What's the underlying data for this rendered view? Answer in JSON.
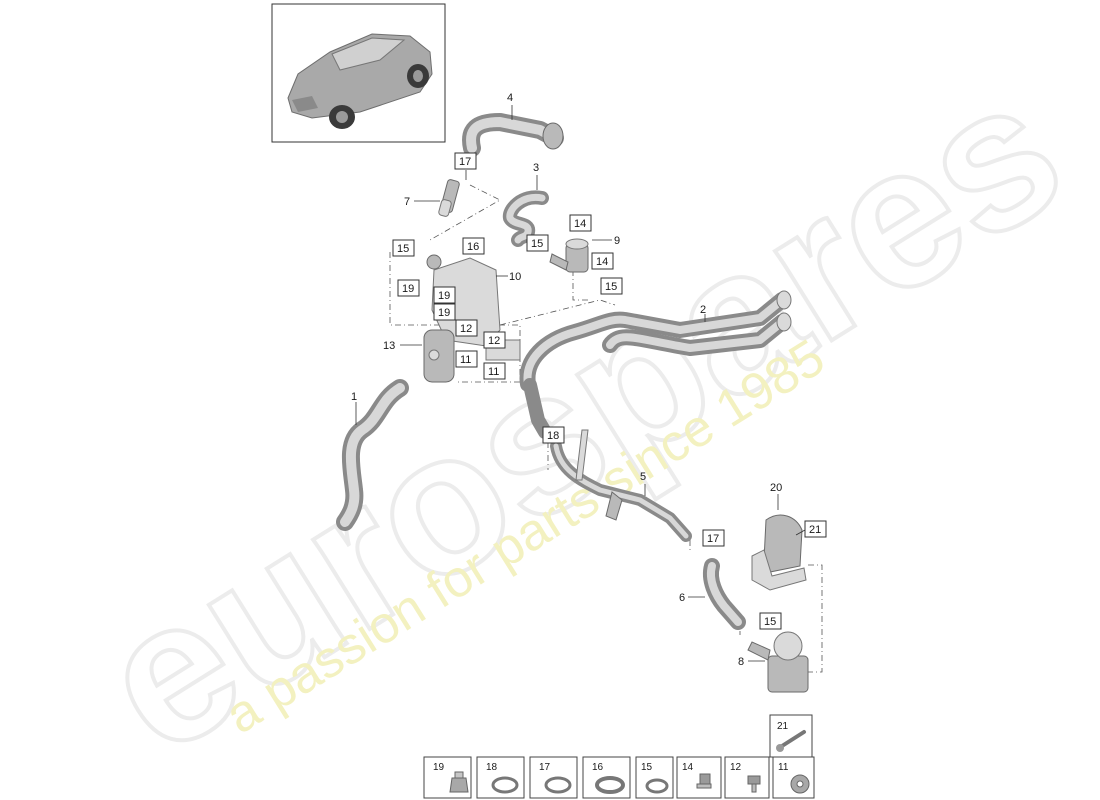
{
  "watermark": {
    "brand": "eurospares",
    "tagline": "a passion for parts since 1985"
  },
  "callouts": {
    "c1": "1",
    "c2": "2",
    "c3": "3",
    "c4": "4",
    "c5": "5",
    "c6": "6",
    "c7": "7",
    "c8": "8",
    "c9": "9",
    "c10": "10",
    "c13": "13",
    "c20": "20"
  },
  "boxed_callouts": {
    "b17a": "17",
    "b15a": "15",
    "b16": "16",
    "b15b": "15",
    "b14a": "14",
    "b14b": "14",
    "b15c": "15",
    "b19a": "19",
    "b19b": "19",
    "b19c": "19",
    "b12a": "12",
    "b12b": "12",
    "b11a": "11",
    "b11b": "11",
    "b18": "18",
    "b17b": "17",
    "b15d": "15",
    "b21": "21"
  },
  "legend": {
    "top": "21",
    "row": [
      "19",
      "18",
      "17",
      "16",
      "15",
      "14",
      "12",
      "11"
    ]
  },
  "colors": {
    "part": "#b9b9b9",
    "outline": "#333333",
    "watermark_tag": "#f3f1c0"
  }
}
